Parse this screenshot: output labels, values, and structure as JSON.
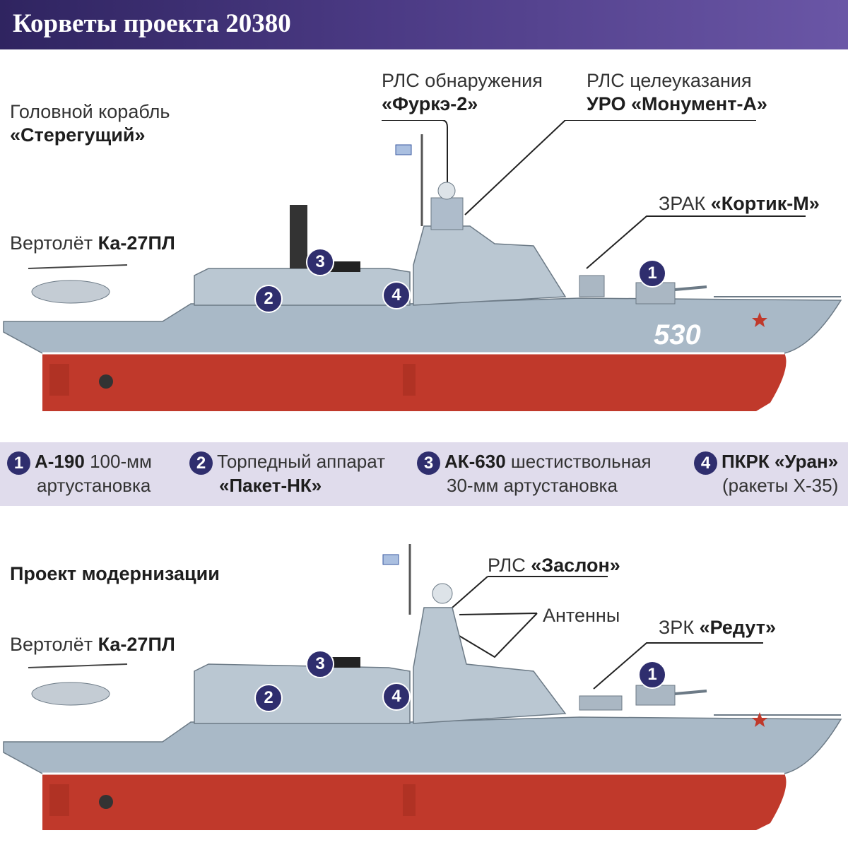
{
  "title": "Корветы проекта 20380",
  "ship1": {
    "lead_label": "Головной корабль",
    "lead_name": "«Стерегущий»",
    "heli_label": "Вертолёт",
    "heli_name": "Ка-27ПЛ",
    "radar1_label": "РЛС обнаружения",
    "radar1_name": "«Фуркэ-2»",
    "radar2_label": "РЛС целеуказания",
    "radar2_name": "УРО «Монумент-А»",
    "zrak_label": "ЗРАК",
    "zrak_name": "«Кортик-М»",
    "hull_number": "530",
    "markers": [
      "1",
      "2",
      "3",
      "4"
    ]
  },
  "legend": [
    {
      "num": "1",
      "bold": "А-190",
      "text": "100-мм",
      "line2": "артустановка"
    },
    {
      "num": "2",
      "bold": "",
      "text": "Торпедный аппарат",
      "line2": "«Пакет-НК»"
    },
    {
      "num": "3",
      "bold": "АК-630",
      "text": "шестиствольная",
      "line2": "30-мм артустановка"
    },
    {
      "num": "4",
      "bold": "ПКРК «Уран»",
      "text": "",
      "line2": "(ракеты Х-35)"
    }
  ],
  "ship2": {
    "project_label": "Проект модернизации",
    "heli_label": "Вертолёт",
    "heli_name": "Ка-27ПЛ",
    "radar_label": "РЛС",
    "radar_name": "«Заслон»",
    "antennas_label": "Антенны",
    "zrk_label": "ЗРК",
    "zrk_name": "«Редут»",
    "markers": [
      "1",
      "2",
      "3",
      "4"
    ]
  },
  "colors": {
    "header": "#3b2e72",
    "hull_top": "#a8b8c6",
    "hull_bottom": "#c0392b",
    "legend_bg": "#e0dcec",
    "badge": "#2f2e6e"
  }
}
